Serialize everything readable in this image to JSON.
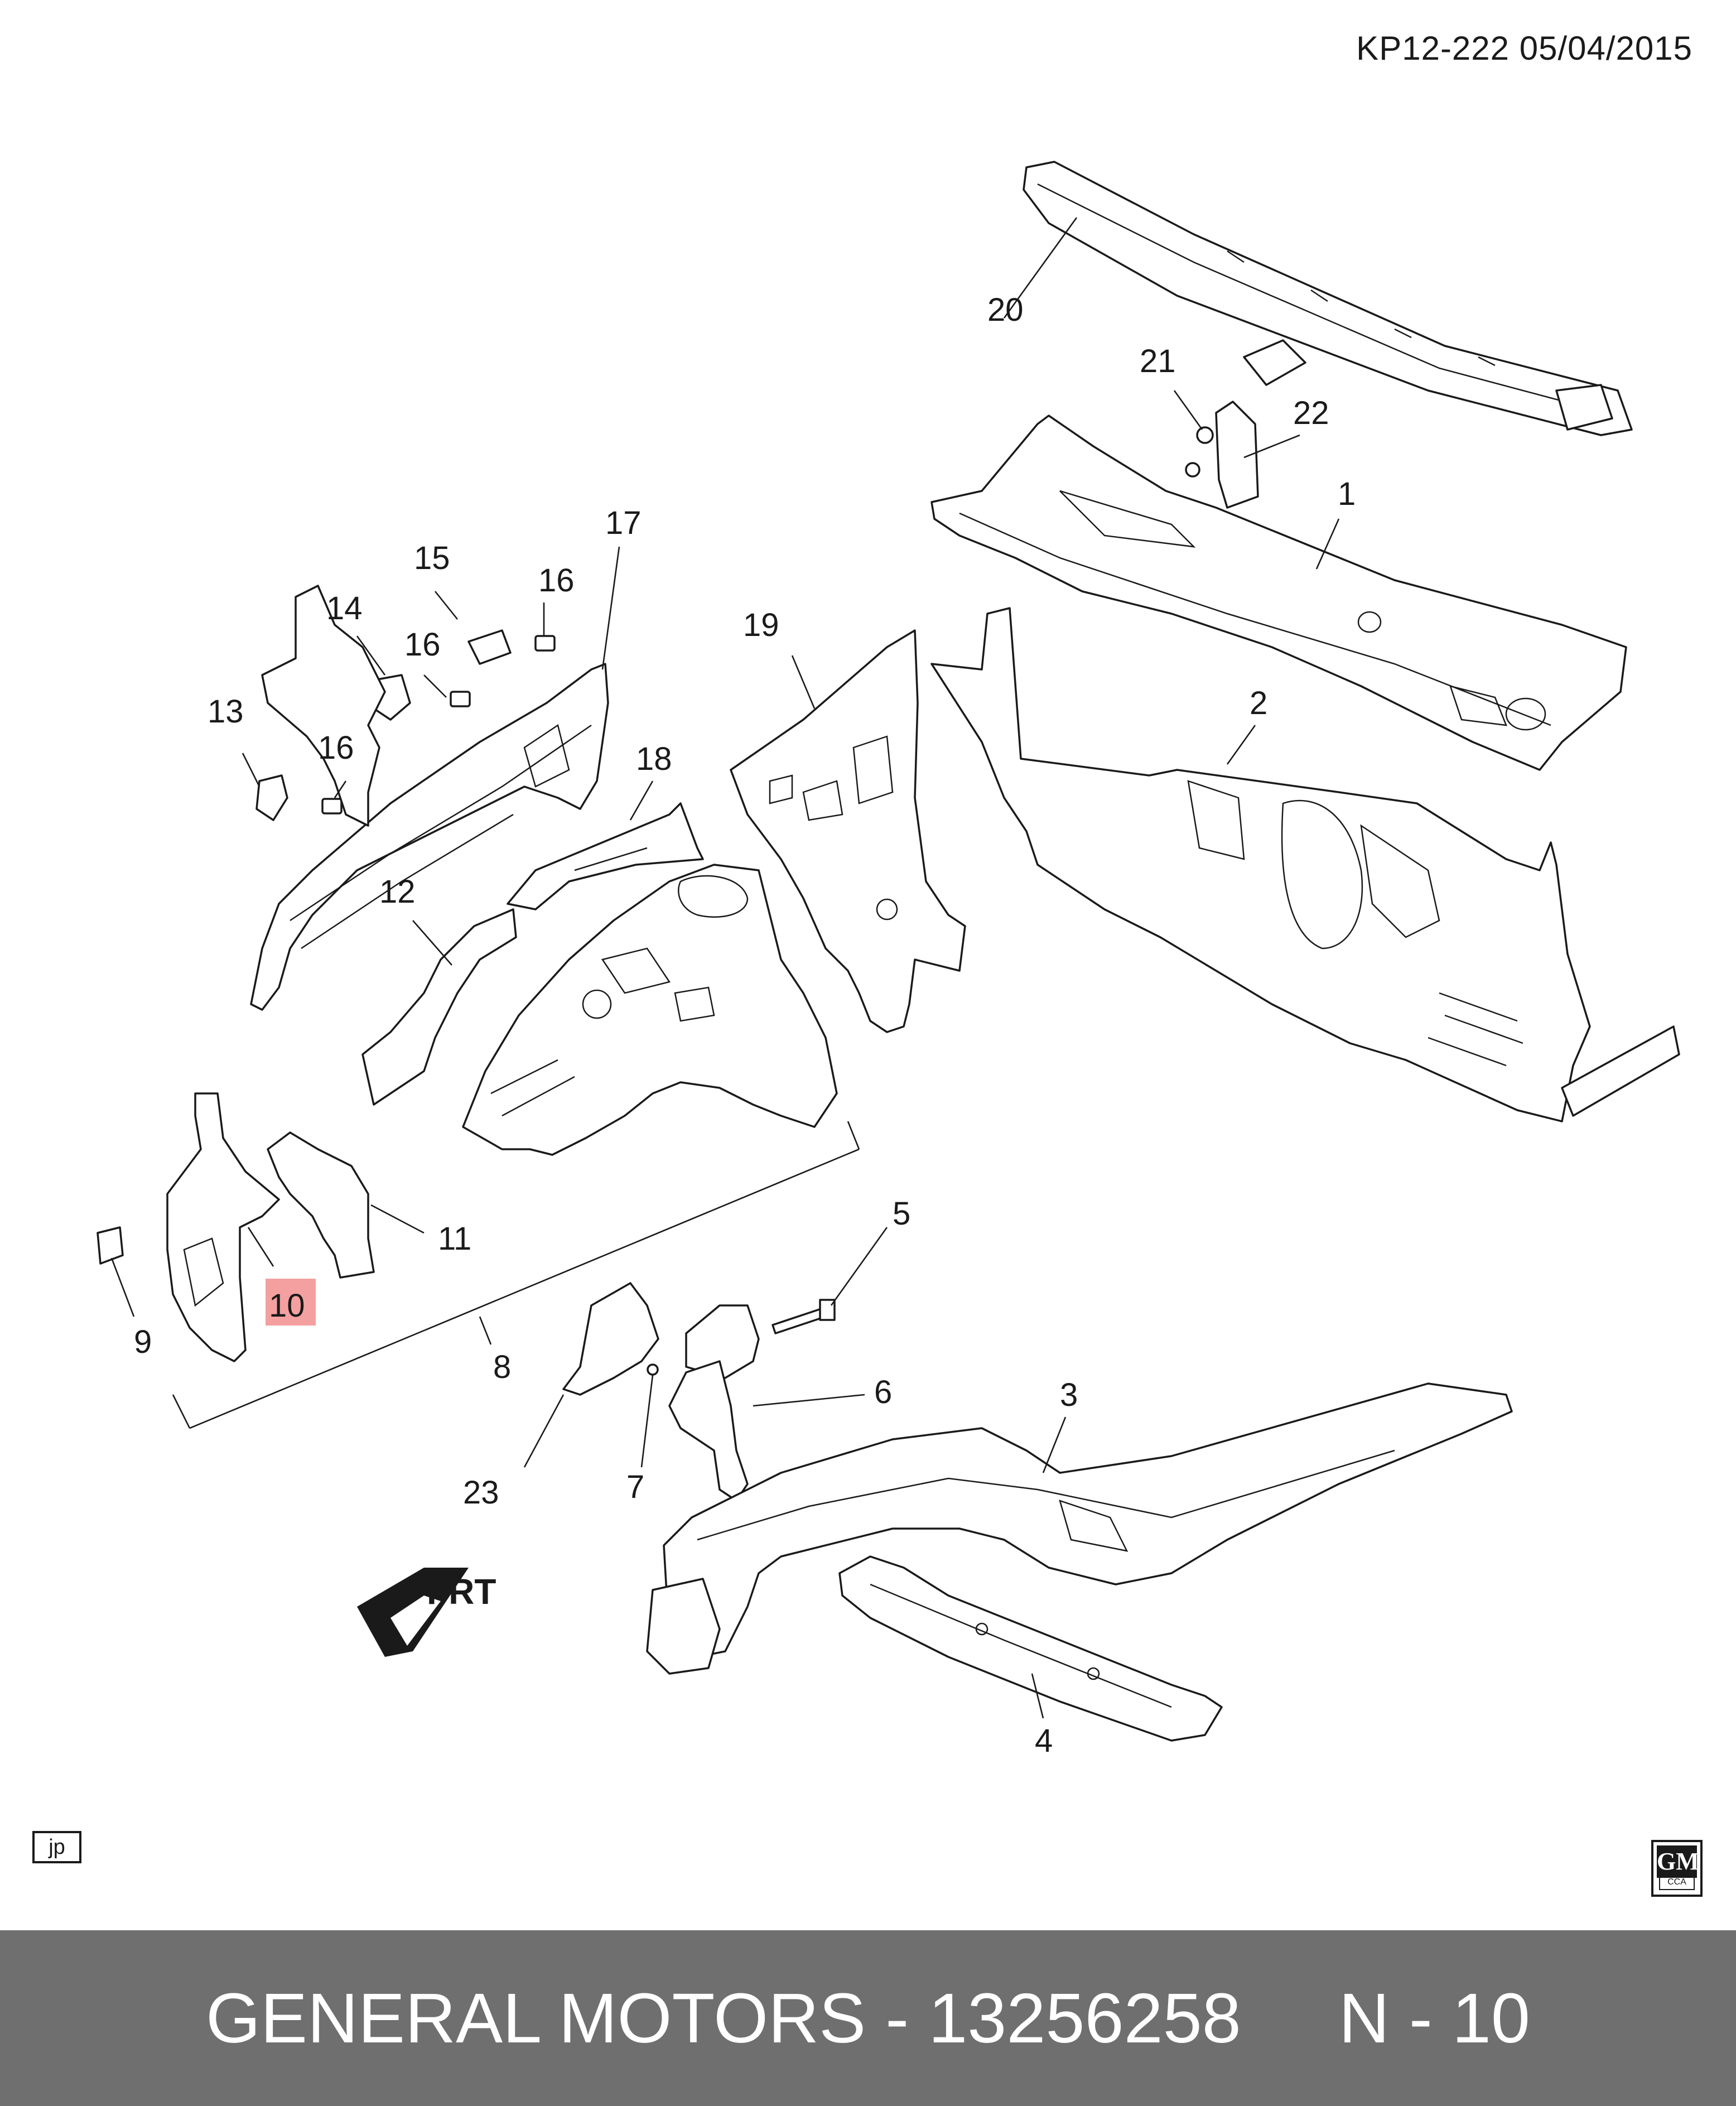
{
  "header": {
    "doc_ref": "KP12-222  05/04/2015"
  },
  "callouts": [
    {
      "id": "c1",
      "label": "1"
    },
    {
      "id": "c2",
      "label": "2"
    },
    {
      "id": "c3",
      "label": "3"
    },
    {
      "id": "c4",
      "label": "4"
    },
    {
      "id": "c5",
      "label": "5"
    },
    {
      "id": "c6",
      "label": "6"
    },
    {
      "id": "c7",
      "label": "7"
    },
    {
      "id": "c8",
      "label": "8"
    },
    {
      "id": "c9",
      "label": "9"
    },
    {
      "id": "c10",
      "label": "10",
      "highlighted": true
    },
    {
      "id": "c11",
      "label": "11"
    },
    {
      "id": "c12",
      "label": "12"
    },
    {
      "id": "c13",
      "label": "13"
    },
    {
      "id": "c14",
      "label": "14"
    },
    {
      "id": "c15",
      "label": "15"
    },
    {
      "id": "c16a",
      "label": "16"
    },
    {
      "id": "c16b",
      "label": "16"
    },
    {
      "id": "c16c",
      "label": "16"
    },
    {
      "id": "c17",
      "label": "17"
    },
    {
      "id": "c18",
      "label": "18"
    },
    {
      "id": "c19",
      "label": "19"
    },
    {
      "id": "c20",
      "label": "20"
    },
    {
      "id": "c21",
      "label": "21"
    },
    {
      "id": "c22",
      "label": "22"
    },
    {
      "id": "c23",
      "label": "23"
    }
  ],
  "front_indicator": {
    "label": "FRT"
  },
  "highlight_color": "#f4a0a0",
  "lang_tag": "jp",
  "logo": {
    "top": "GM",
    "bottom": "CCA"
  },
  "footer": {
    "brand": "GENERAL MOTORS",
    "separator": " - ",
    "part_number": "13256258",
    "gap": "     ",
    "ref": "N - 10"
  }
}
